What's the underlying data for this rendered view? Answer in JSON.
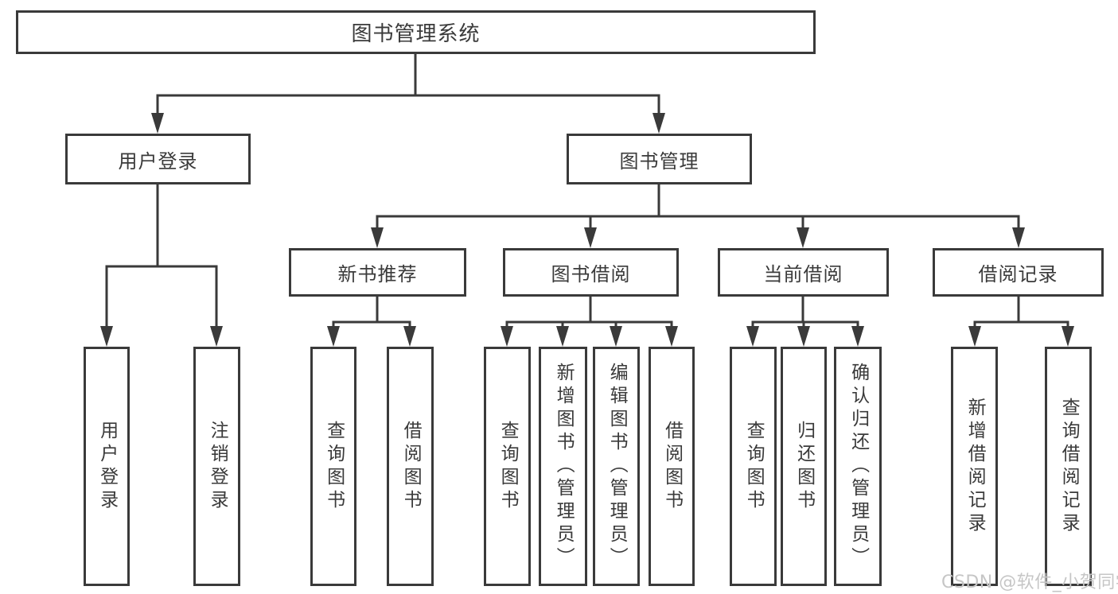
{
  "tree": {
    "root": {
      "label": "图书管理系统",
      "children": [
        {
          "label": "用户登录",
          "children": [
            {
              "label": "用户登录"
            },
            {
              "label": "注销登录"
            }
          ]
        },
        {
          "label": "图书管理",
          "children": [
            {
              "label": "新书推荐",
              "children": [
                {
                  "label": "查询图书"
                },
                {
                  "label": "借阅图书"
                }
              ]
            },
            {
              "label": "图书借阅",
              "children": [
                {
                  "label": "查询图书"
                },
                {
                  "label": "新增图书（管理员）"
                },
                {
                  "label": "编辑图书（管理员）"
                },
                {
                  "label": "借阅图书"
                }
              ]
            },
            {
              "label": "当前借阅",
              "children": [
                {
                  "label": "查询图书"
                },
                {
                  "label": "归还图书"
                },
                {
                  "label": "确认归还（管理员）"
                }
              ]
            },
            {
              "label": "借阅记录",
              "children": [
                {
                  "label": "新增借阅记录"
                },
                {
                  "label": "查询借阅记录"
                }
              ]
            }
          ]
        }
      ]
    }
  },
  "watermark": "CSDN @软件_小贺同学",
  "colors": {
    "line": "#3a3a3a",
    "text": "#3a3a3a",
    "box_background": "#ffffff",
    "watermark": "#c6c6c6",
    "page_background": "#ffffff"
  }
}
